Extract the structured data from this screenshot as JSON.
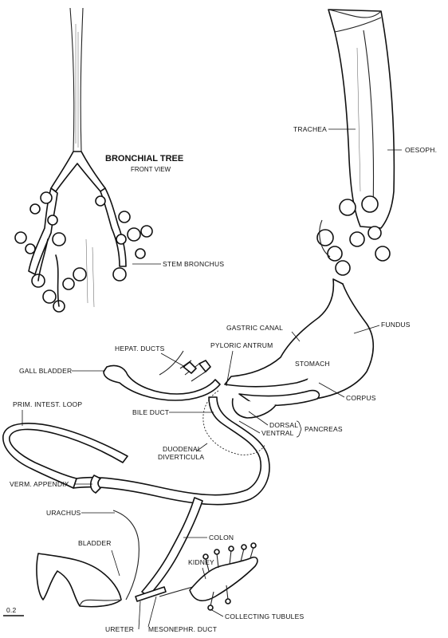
{
  "figure": {
    "inset_title": "BRONCHIAL TREE",
    "inset_subtitle": "FRONT VIEW",
    "scale_label": "0.2"
  },
  "labels": {
    "trachea": "TRACHEA",
    "oesoph": "OESOPH.",
    "stem_bronchus": "STEM BRONCHUS",
    "fundus": "FUNDUS",
    "gastric_canal": "GASTRIC CANAL",
    "hepat_ducts": "HEPAT. DUCTS",
    "pyloric_antrum": "PYLORIC ANTRUM",
    "stomach": "STOMACH",
    "gall_bladder": "GALL BLADDER",
    "corpus": "CORPUS",
    "prim_intest_loop": "PRIM. INTEST. LOOP",
    "bile_duct": "BILE DUCT",
    "dorsal": "DORSAL",
    "ventral": "VENTRAL",
    "pancreas": "PANCREAS",
    "duodenal": "DUODENAL",
    "diverticula": "DIVERTICULA",
    "verm_appendix": "VERM. APPENDIX",
    "urachus": "URACHUS",
    "colon": "COLON",
    "bladder": "BLADDER",
    "kidney": "KIDNEY",
    "collecting_tubules": "COLLECTING TUBULES",
    "ureter": "URETER",
    "mesonephr_duct": "MESONEPHR. DUCT"
  }
}
